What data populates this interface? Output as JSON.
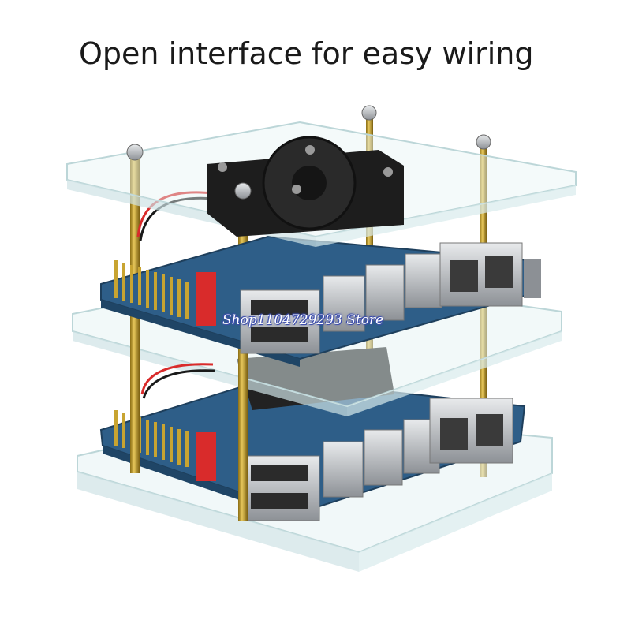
{
  "headline": "Open interface for easy wiring",
  "watermark": "Shop1104729293 Store",
  "product_image": {
    "subject": "two-tier-clear-acrylic-case-with-stacked-boards-and-cooling-fan",
    "colors": {
      "acrylic": "#dfeff1",
      "acrylic_edge": "#a8c9cc",
      "board": "#2f5f8a",
      "standoff": "#c9a62e",
      "fan": "#1d1d1d",
      "header_pins": "#c8a431",
      "connector_red": "#d92b2b",
      "port_metal": "#b9bcc0"
    }
  }
}
